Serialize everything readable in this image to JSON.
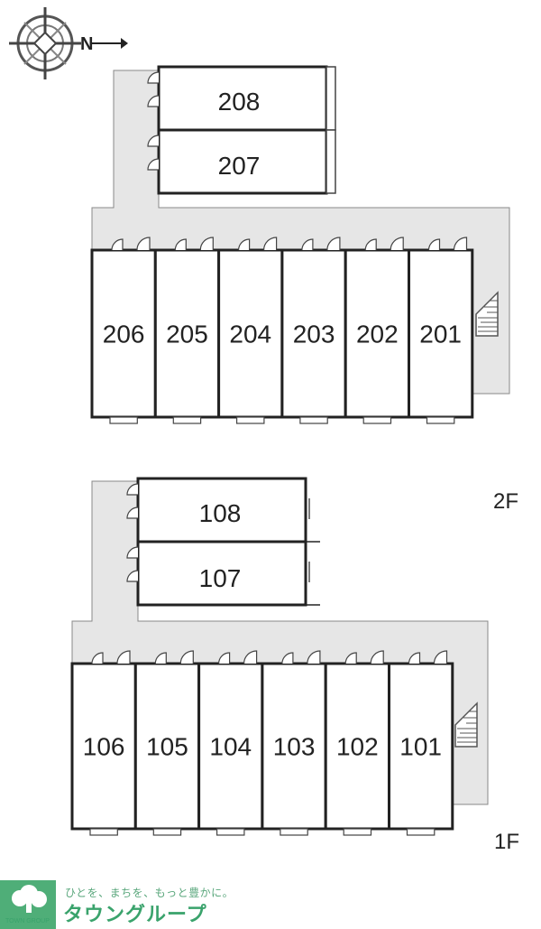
{
  "compass": {
    "north_label": "N"
  },
  "floors": {
    "upper": {
      "label": "2F",
      "top_units": [
        "208",
        "207"
      ],
      "row_units": [
        "206",
        "205",
        "204",
        "203",
        "202",
        "201"
      ]
    },
    "lower": {
      "label": "1F",
      "top_units": [
        "108",
        "107"
      ],
      "row_units": [
        "106",
        "105",
        "104",
        "103",
        "102",
        "101"
      ]
    }
  },
  "logo": {
    "tagline": "ひとを、まちを、もっと豊かに。",
    "name": "タウングループ",
    "sub": "TOWN GROUP",
    "color": "#3aa36c"
  }
}
